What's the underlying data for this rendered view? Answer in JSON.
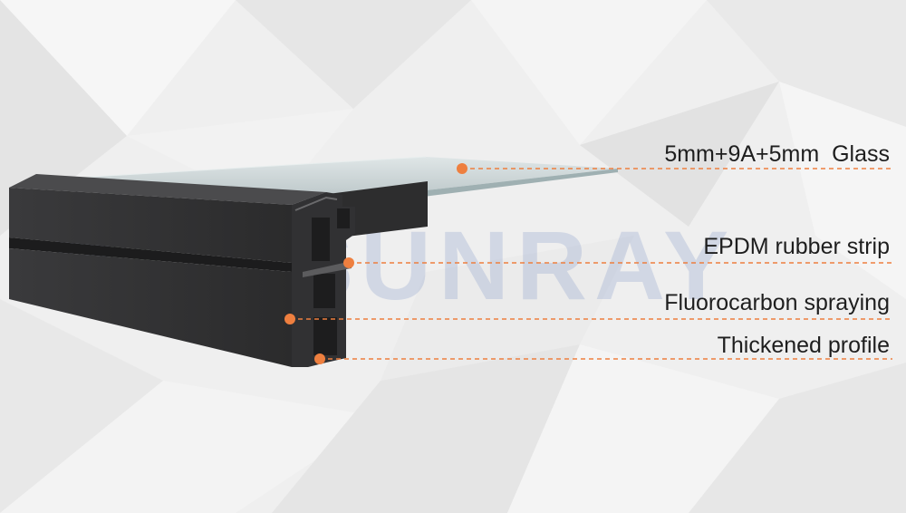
{
  "watermark": {
    "text": "SUNRAY",
    "logo": "sunray-house-logo"
  },
  "colors": {
    "background": "#efefef",
    "profile": "#2e2e2f",
    "profile_edge": "#4a4a4c",
    "glass": "#c9d2d3",
    "callout": "#ee7f3f",
    "watermark_blue": "#7f93c6",
    "watermark_green": "#a9c9a7"
  },
  "callouts": [
    {
      "id": "glass",
      "label": "5mm+9A+5mm  Glass"
    },
    {
      "id": "epdm",
      "label": "EPDM rubber strip"
    },
    {
      "id": "fluorocarbon",
      "label": "Fluorocarbon spraying"
    },
    {
      "id": "thickened",
      "label": "Thickened profile"
    }
  ]
}
